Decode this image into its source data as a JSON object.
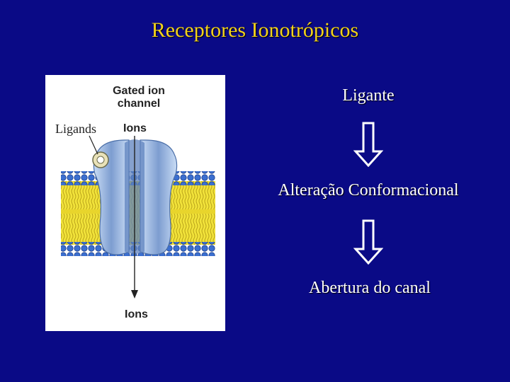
{
  "slide": {
    "title": "Receptores Ionotrópicos"
  },
  "figure": {
    "heading_line1": "Gated ion",
    "heading_line2": "channel",
    "ligands_label": "Ligands",
    "ions_top_label": "Ions",
    "ions_bottom_label": "Ions"
  },
  "flow": {
    "steps": [
      "Ligante",
      "Alteração Conformacional",
      "Abertura do canal"
    ],
    "arrow_icon": "down-outline-arrow-icon"
  },
  "colors": {
    "background": "#0a0a86",
    "title": "#f2d21b",
    "text": "#ffffff",
    "membrane": "#f2e33a",
    "lipid_heads": "#3b6fd0",
    "channel_protein": "#9db8e0"
  }
}
